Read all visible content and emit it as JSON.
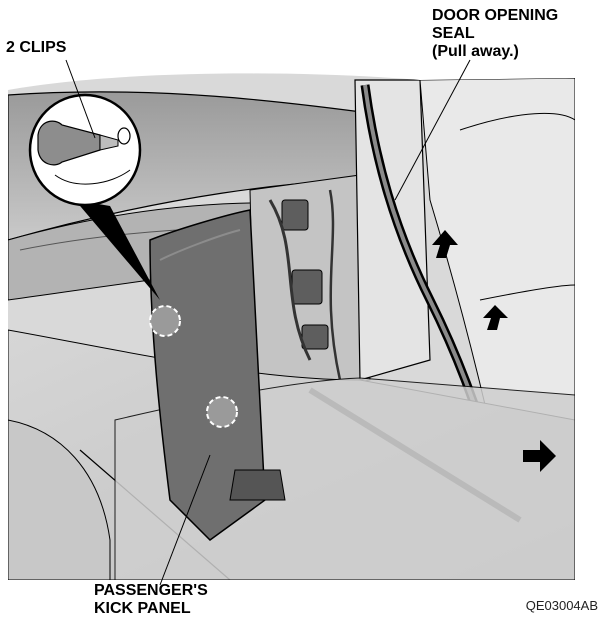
{
  "labels": {
    "clips": "2 CLIPS",
    "seal_line1": "DOOR OPENING",
    "seal_line2": "SEAL",
    "seal_line3": "(Pull away.)",
    "panel_line1": "PASSENGER'S",
    "panel_line2": "KICK PANEL",
    "figure_code": "QE03004AB"
  },
  "colors": {
    "background": "#ffffff",
    "interior_light": "#dcdcdc",
    "interior_mid": "#bdbdbd",
    "interior_dark": "#8a8a8a",
    "panel_dark": "#6f6f6f",
    "outline": "#000000"
  },
  "icons": {
    "clip_detail": "clip-icon",
    "pull_arrow": "arrow-icon",
    "clip_location": "dashed-circle-icon"
  }
}
